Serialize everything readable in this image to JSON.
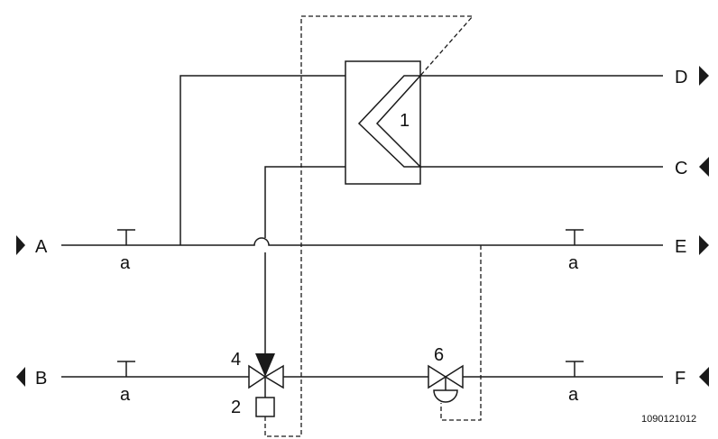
{
  "labels": {
    "port_a": "A",
    "port_b": "B",
    "port_c": "C",
    "port_d": "D",
    "port_e": "E",
    "port_f": "F",
    "heat_exchanger": "1",
    "actuator": "2",
    "three_way_valve": "4",
    "pressure_valve": "6",
    "sensor": "a"
  },
  "figure_code": "1090121012",
  "colors": {
    "line": "#1a1a1a",
    "background": "#ffffff"
  }
}
